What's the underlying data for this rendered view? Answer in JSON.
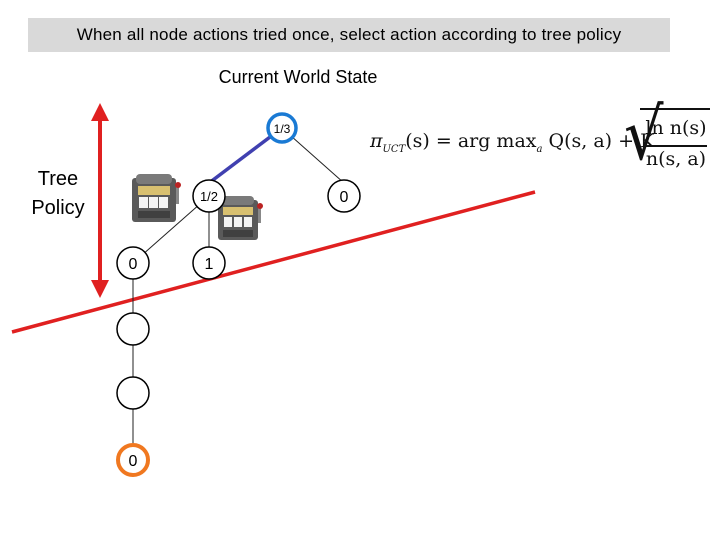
{
  "banner": "When all node actions tried once, select action according to tree policy",
  "world_state_label": "Current World State",
  "tree_policy_label": "Tree Policy",
  "nodes": {
    "root": "1/3",
    "left": "1/2",
    "right": "0",
    "left_left": "0",
    "left_right": "1",
    "rollout_1": "",
    "rollout_2": "",
    "rollout_leaf": "0"
  },
  "formula": {
    "lhs_pi": "π",
    "lhs_sub": "UCT",
    "lhs_rest": "(s) = arg max",
    "lhs_a": "a",
    "lhs_q": " Q(s, a) + K",
    "numerator": "ln n(s)",
    "denominator": "n(s, a)"
  },
  "colors": {
    "policy_arrow": "#e02020",
    "root_ring": "#1a7ad4",
    "selected_edge": "#4040b0",
    "leaf_ring": "#f07820"
  },
  "icons": [
    "slot-machine-icon",
    "slot-machine-icon"
  ]
}
